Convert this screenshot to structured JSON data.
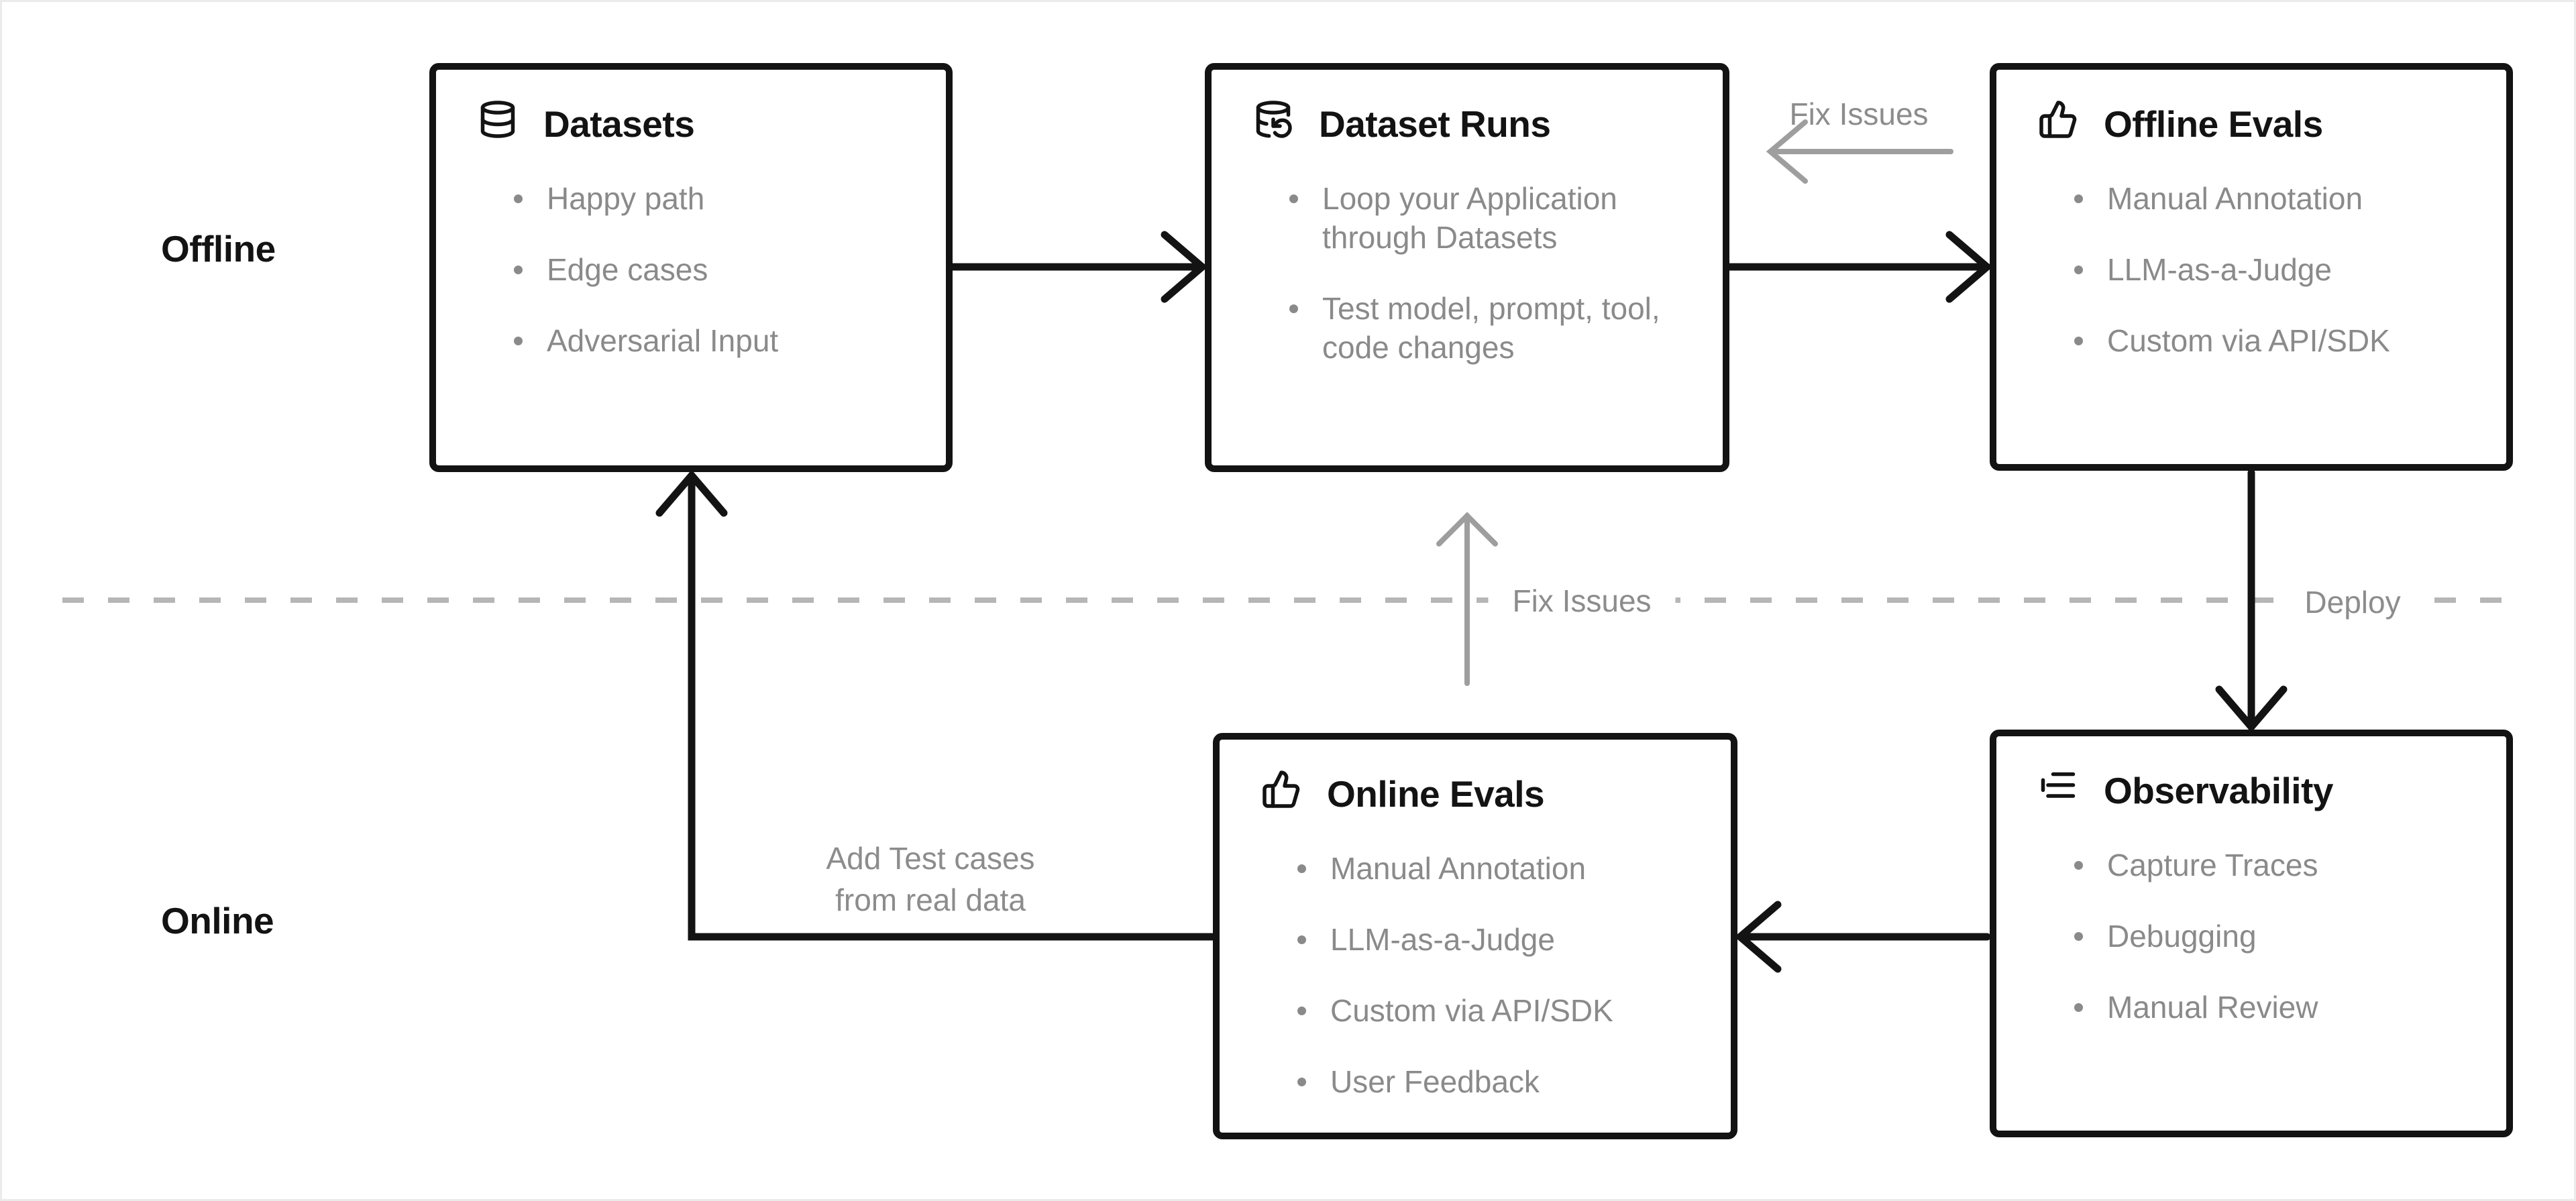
{
  "labels": {
    "offline": "Offline",
    "online": "Online"
  },
  "boxes": [
    {
      "icon": "database-icon",
      "title": "Datasets",
      "items": [
        "Happy path",
        "Edge cases",
        "Adversarial Input"
      ]
    },
    {
      "icon": "database-refresh-icon",
      "title": "Dataset Runs",
      "items": [
        "Loop your Application through Datasets",
        "Test model, prompt, tool, code changes"
      ]
    },
    {
      "icon": "thumbs-up-icon",
      "title": "Offline Evals",
      "items": [
        "Manual Annotation",
        "LLM-as-a-Judge",
        "Custom via API/SDK"
      ]
    },
    {
      "icon": "thumbs-up-icon",
      "title": "Online Evals",
      "items": [
        "Manual Annotation",
        "LLM-as-a-Judge",
        "Custom via API/SDK",
        "User Feedback"
      ]
    },
    {
      "icon": "list-tree-icon",
      "title": "Observability",
      "items": [
        "Capture Traces",
        "Debugging",
        "Manual Review"
      ]
    }
  ],
  "annotations": {
    "fix_issues_top": "Fix Issues",
    "fix_issues_middle": "Fix Issues",
    "deploy": "Deploy",
    "add_test_cases": [
      "Add Test cases",
      "from real data"
    ]
  },
  "colors": {
    "ink": "#131313",
    "muted_text": "#8a8a8a",
    "gray_arrow": "#9e9e9e",
    "dashed_line": "#b6b6b6",
    "background": "#ffffff",
    "canvas_border": "#ebebeb"
  }
}
